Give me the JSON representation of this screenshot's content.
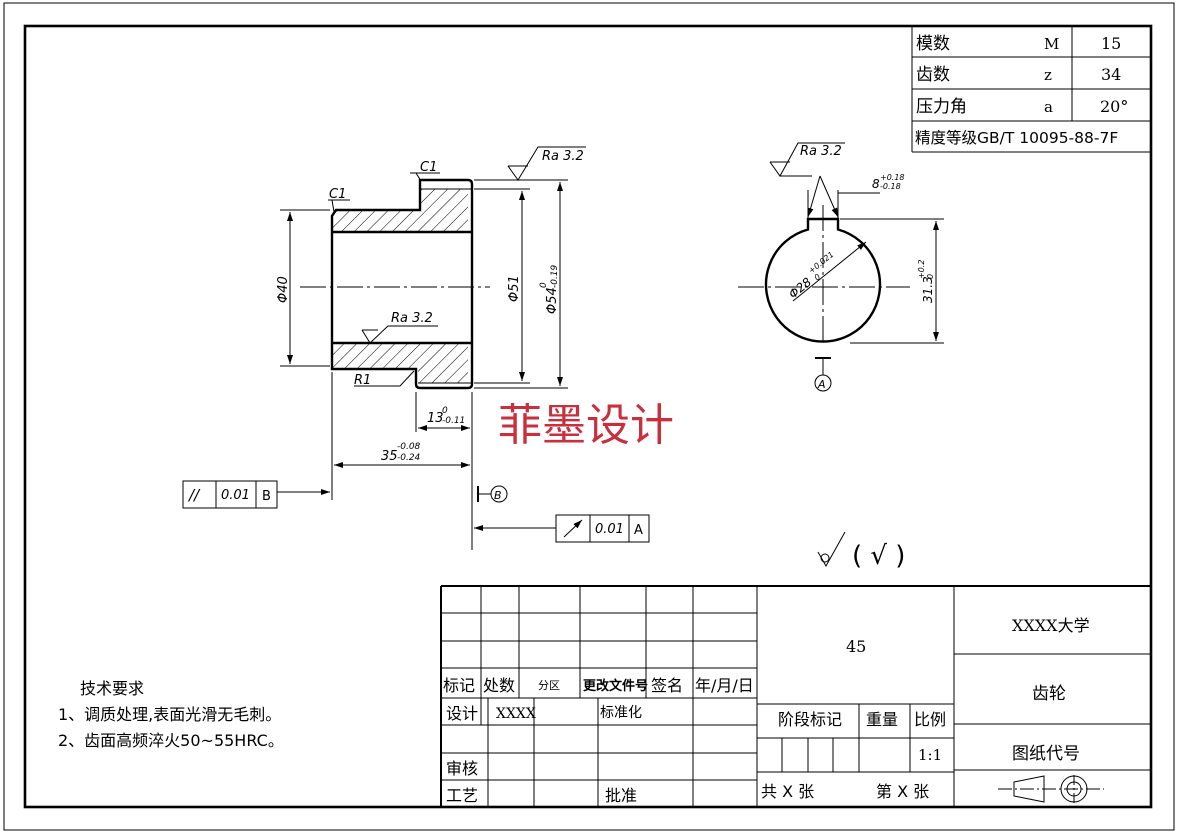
{
  "params": {
    "rows": [
      {
        "label": "模数",
        "symbol": "M",
        "value": "15"
      },
      {
        "label": "齿数",
        "symbol": "z",
        "value": "34"
      },
      {
        "label": "压力角",
        "symbol": "a",
        "value": "20°"
      }
    ],
    "precision": "精度等级GB/T 10095-88-7F"
  },
  "section_view": {
    "chamfer_1": "C1",
    "chamfer_2": "C1",
    "ra_top": "Ra 3.2",
    "ra_bore": "Ra 3.2",
    "dia_bore": "Φ40",
    "dia_51": "Φ51",
    "dia_54": "Φ54",
    "dia_54_tol_up": "0",
    "dia_54_tol_lo": "-0.19",
    "radius": "R1",
    "len_13": "13",
    "len_13_tol_up": "0",
    "len_13_tol_lo": "-0.11",
    "len_35": "35",
    "len_35_tol_up": "-0.08",
    "len_35_tol_lo": "-0.24",
    "datum_b": "B",
    "fcf_parallel": {
      "symbol": "//",
      "tol": "0.01",
      "datum": "B"
    },
    "fcf_runout": {
      "symbol": "↗",
      "tol": "0.01",
      "datum": "A"
    }
  },
  "end_view": {
    "ra": "Ra 3.2",
    "key_width": "8",
    "key_tol_up": "+0.18",
    "key_tol_lo": "-0.18",
    "dia_28": "Φ28",
    "dia_28_tol": "+0.021",
    "dia_28_tol2": "0",
    "dim_31": "31.3",
    "dim_31_tol_up": "+0.2",
    "dim_31_tol_lo": "0",
    "datum_a": "A"
  },
  "watermark": "菲墨设计",
  "surface_general": "( √ )",
  "tech_req": {
    "title": "技术要求",
    "line1": "1、调质处理,表面光滑无毛刺。",
    "line2": "2、齿面高频淬火50~55HRC。"
  },
  "title_block": {
    "h_mark": "标记",
    "h_count": "处数",
    "h_zone": "分区",
    "h_docno": "更改文件号",
    "h_sign": "签名",
    "h_date": "年/月/日",
    "design": "设计",
    "designer": "XXXX",
    "standard": "标准化",
    "review": "审核",
    "process": "工艺",
    "approve": "批准",
    "material": "45",
    "stage": "阶段标记",
    "weight": "重量",
    "scale_label": "比例",
    "scale": "1:1",
    "total_sheets": "共  X  张",
    "sheet_no": "第  X  张",
    "school": "XXXX大学",
    "part_name": "齿轮",
    "drawing_no": "图纸代号"
  }
}
